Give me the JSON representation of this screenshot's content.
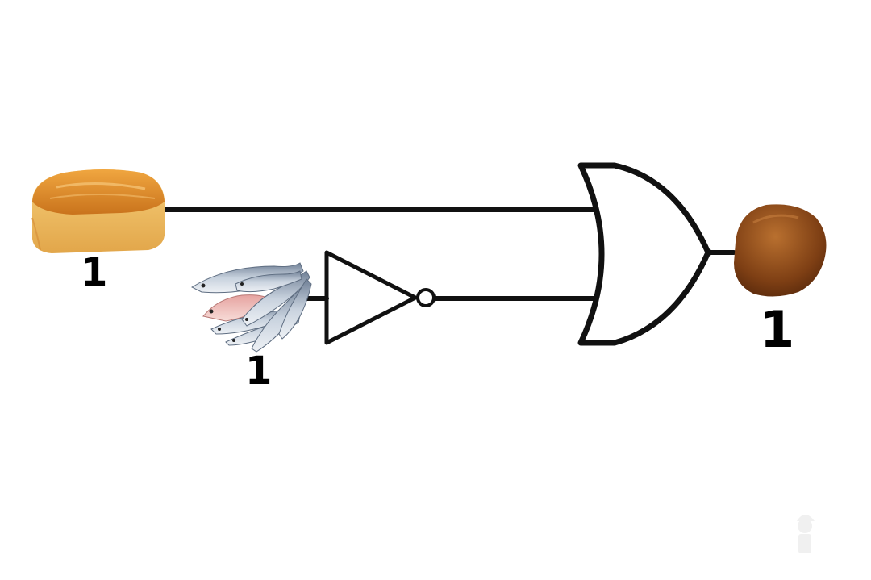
{
  "inputs": {
    "bread": {
      "icon": "bread-loaf-icon",
      "value": "1"
    },
    "fish": {
      "icon": "fish-bunch-icon",
      "value": "1"
    }
  },
  "gates": {
    "not_gate": {
      "icon": "not-gate-icon"
    },
    "or_gate": {
      "icon": "or-gate-icon"
    }
  },
  "output": {
    "bun": {
      "icon": "bun-icon",
      "value": "1"
    }
  },
  "watermark": {
    "icon": "chef-watermark-icon"
  },
  "colors": {
    "wire": "#111111",
    "bread_crust": "#d98a2c",
    "bread_side": "#f2c56b",
    "bun": "#8a4a1c",
    "fish": "#9aa9bd"
  }
}
